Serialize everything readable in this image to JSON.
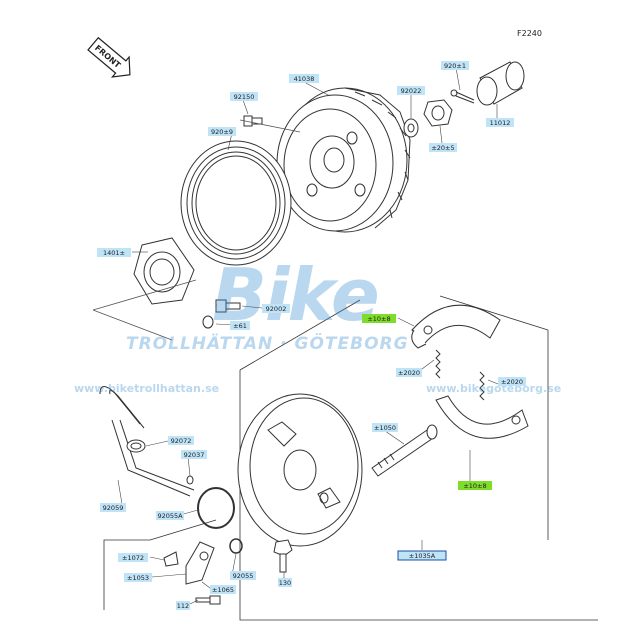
{
  "diagram_code": "F2240",
  "front_label": "FRONT",
  "watermark": {
    "logo": "Bike",
    "tagline": "TROLLHÄTTAN · GÖTEBORG",
    "url_left": "www.biketrollhattan.se",
    "url_right": "www.bikegoteborg.se"
  },
  "parts": [
    {
      "id": "41038",
      "label": "41038",
      "highlight": "blue"
    },
    {
      "id": "92150",
      "label": "92150",
      "highlight": "blue"
    },
    {
      "id": "92049",
      "label": "920±9",
      "highlight": "blue"
    },
    {
      "id": "92022",
      "label": "92022",
      "highlight": "blue"
    },
    {
      "id": "92041",
      "label": "920±1",
      "highlight": "blue"
    },
    {
      "id": "11012",
      "label": "11012",
      "highlight": "blue"
    },
    {
      "id": "42045",
      "label": "±20±5",
      "highlight": "blue"
    },
    {
      "id": "14014",
      "label": "1401±",
      "highlight": "blue"
    },
    {
      "id": "92002",
      "label": "92002",
      "highlight": "blue"
    },
    {
      "id": "461",
      "label": "±61",
      "highlight": "blue"
    },
    {
      "id": "41048a",
      "label": "±10±8",
      "highlight": "green"
    },
    {
      "id": "42020a",
      "label": "±2020",
      "highlight": "blue"
    },
    {
      "id": "42020b",
      "label": "±2020",
      "highlight": "blue"
    },
    {
      "id": "92072",
      "label": "92072",
      "highlight": "blue"
    },
    {
      "id": "41050",
      "label": "±1050",
      "highlight": "blue"
    },
    {
      "id": "92037",
      "label": "92037",
      "highlight": "blue"
    },
    {
      "id": "92059",
      "label": "92059",
      "highlight": "blue"
    },
    {
      "id": "41048b",
      "label": "±10±8",
      "highlight": "green"
    },
    {
      "id": "92055a",
      "label": "92055A",
      "highlight": "blue"
    },
    {
      "id": "41072",
      "label": "±1072",
      "highlight": "blue"
    },
    {
      "id": "41053",
      "label": "±1053",
      "highlight": "blue"
    },
    {
      "id": "41065",
      "label": "±1065",
      "highlight": "blue"
    },
    {
      "id": "92055",
      "label": "92055",
      "highlight": "blue"
    },
    {
      "id": "130",
      "label": "130",
      "highlight": "blue"
    },
    {
      "id": "112",
      "label": "112",
      "highlight": "blue"
    },
    {
      "id": "41035a",
      "label": "±1035A",
      "highlight": "blue-outline"
    }
  ],
  "colors": {
    "blue": "#bfe3f7",
    "green": "#7fdc2a",
    "line": "#333333",
    "watermark": "#3a8fd0"
  }
}
